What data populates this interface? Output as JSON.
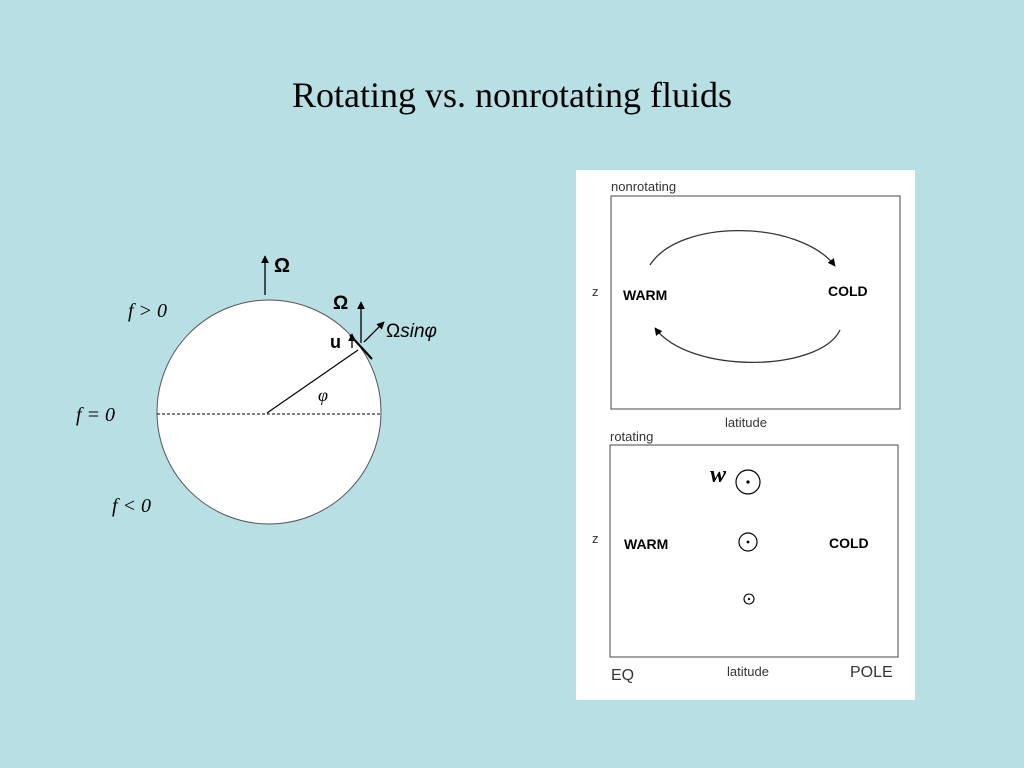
{
  "title": "Rotating vs. nonrotating fluids",
  "globe": {
    "omega_top": "Ω",
    "omega_local": "Ω",
    "omega_sin_prefix": "Ω",
    "omega_sin_suffix": "sinφ",
    "u_label": "u",
    "phi_label": "φ",
    "f_positive": "f > 0",
    "f_zero": "f = 0",
    "f_negative": "f < 0"
  },
  "panel": {
    "nonrotating": {
      "title": "nonrotating",
      "z_label": "z",
      "warm": "WARM",
      "cold": "COLD",
      "x_label": "latitude"
    },
    "rotating": {
      "title": "rotating",
      "z_label": "z",
      "warm": "WARM",
      "cold": "COLD",
      "w_symbol": "w",
      "x_label": "latitude",
      "eq": "EQ",
      "pole": "POLE"
    }
  }
}
